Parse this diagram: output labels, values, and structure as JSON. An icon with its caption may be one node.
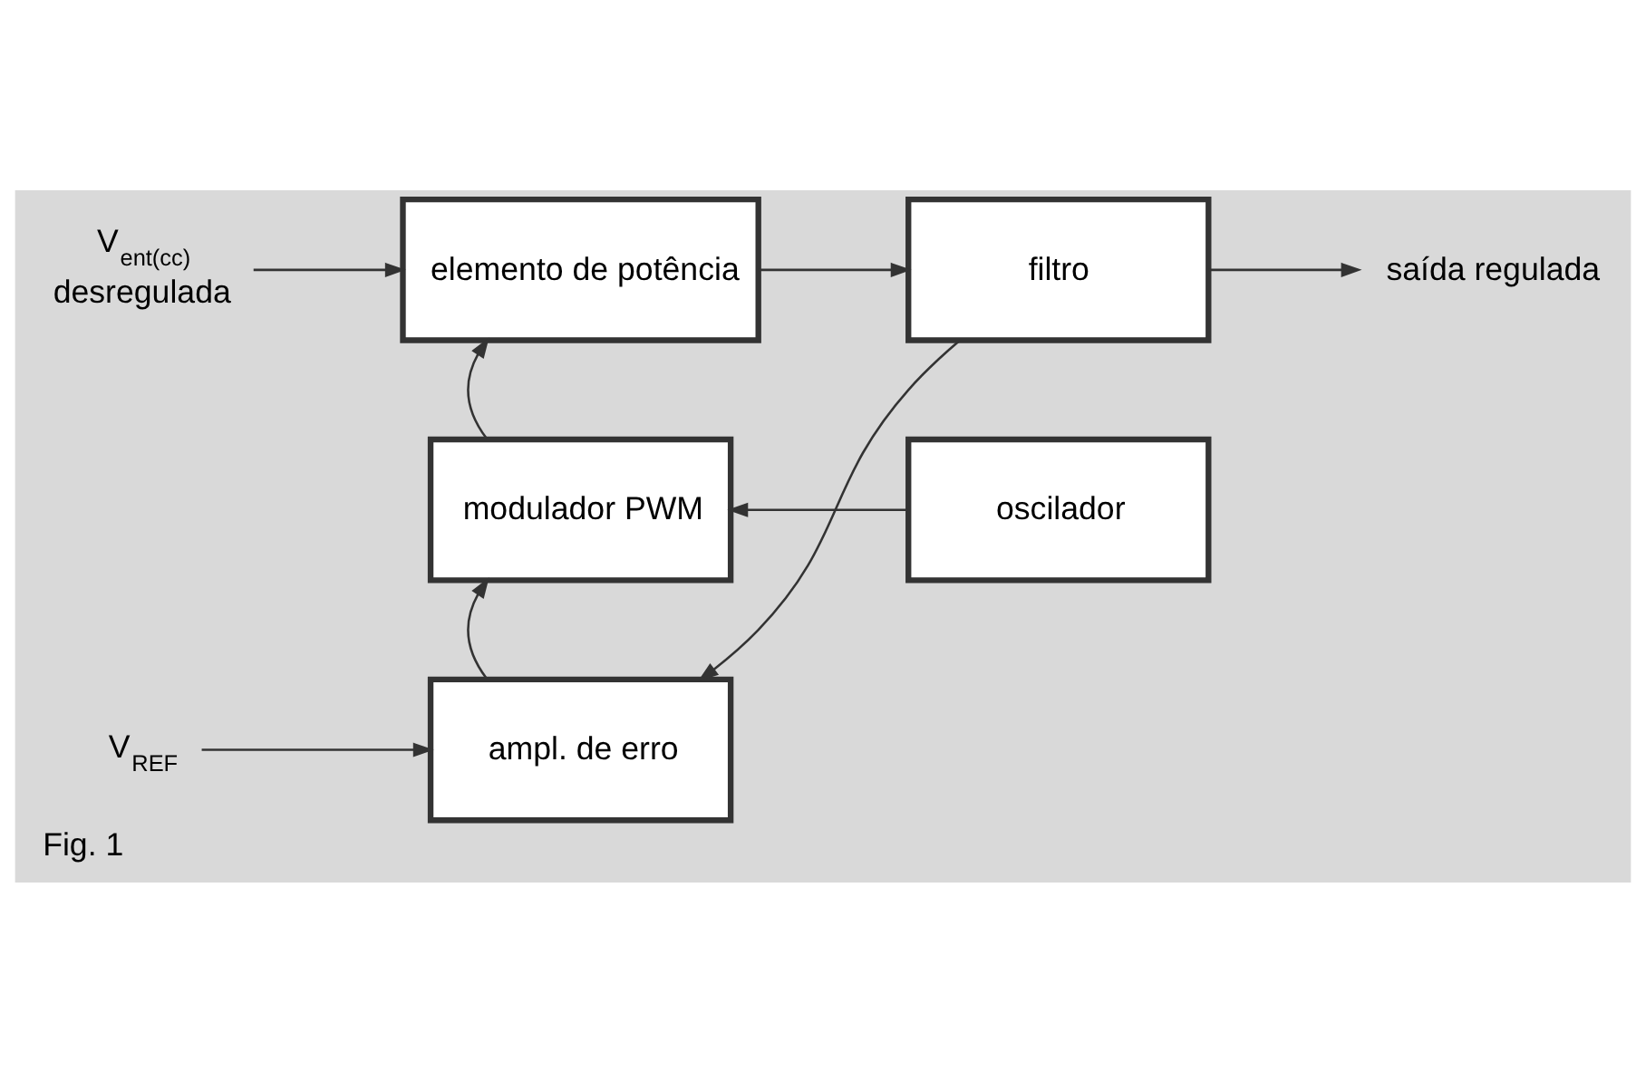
{
  "diagram": {
    "caption": "Fig. 1",
    "nodes": [
      {
        "text": [
          "elemento de potência"
        ]
      },
      {
        "text": [
          "filtro"
        ]
      },
      {
        "text": [
          "modulador PWM"
        ]
      },
      {
        "text": [
          "oscilador"
        ]
      },
      {
        "text": [
          "ampl. de erro"
        ]
      },
      {
        "text": [
          "V$_{ent(cc)}$",
          "desregulada"
        ]
      },
      {
        "text": [
          "V$_{REF}$"
        ]
      },
      {
        "text": [
          "saída regulada"
        ]
      }
    ],
    "edges": [
      {
        "from": 5,
        "to": 0,
        "arrow": "to"
      },
      {
        "from": 0,
        "to": 1,
        "arrow": "to"
      },
      {
        "from": 1,
        "to": 7,
        "arrow": "to"
      },
      {
        "from": 1,
        "to": 4,
        "arrow": "to"
      },
      {
        "from": 2,
        "to": 0,
        "arrow": "to"
      },
      {
        "from": 3,
        "to": 2,
        "arrow": "to"
      },
      {
        "from": 4,
        "to": 2,
        "arrow": "to"
      },
      {
        "from": 6,
        "to": 4,
        "arrow": "to"
      }
    ]
  }
}
